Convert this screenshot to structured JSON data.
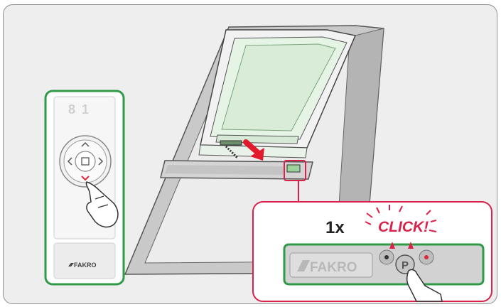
{
  "remote": {
    "display_digits": "8 1",
    "brand": "FAKRO"
  },
  "callout": {
    "press_count": "1x",
    "sound_word": "CLICK!",
    "panel_brand": "FAKRO",
    "button_label": "P"
  },
  "colors": {
    "highlight_green": "#2f9a4a",
    "callout_red": "#d9214a",
    "glass_green": "#e6f4e6",
    "frame_grey": "#bdbdbd",
    "panel_grey": "#d2d2d2",
    "led_red": "#e0283c"
  },
  "icons": [
    "arrow-up-icon",
    "arrow-down-icon",
    "arrow-left-icon",
    "arrow-right-icon",
    "stop-icon",
    "hand-icon",
    "pointer-arrow-icon",
    "fakro-logo-icon"
  ]
}
